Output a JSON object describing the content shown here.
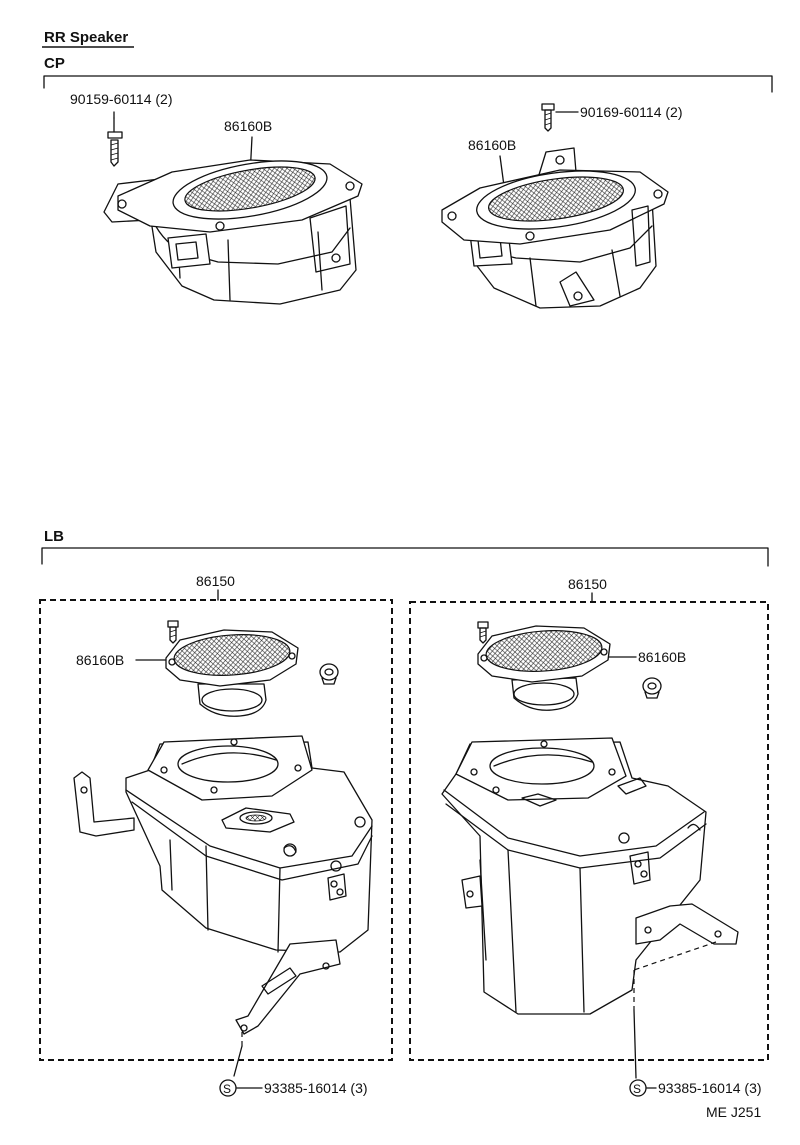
{
  "title": "RR Speaker",
  "footer_code": "ME J251",
  "sections": {
    "cp": {
      "label": "CP",
      "left_screw": "90159-60114 (2)",
      "left_speaker": "86160B",
      "right_screw": "90169-60114 (2)",
      "right_speaker": "86160B"
    },
    "lb": {
      "label": "LB",
      "left_box": "86150",
      "left_speaker": "86160B",
      "left_nut": "93385-16014 (3)",
      "right_box": "86150",
      "right_speaker": "86160B",
      "right_nut": "93385-16014 (3)",
      "s_mark": "S"
    }
  }
}
